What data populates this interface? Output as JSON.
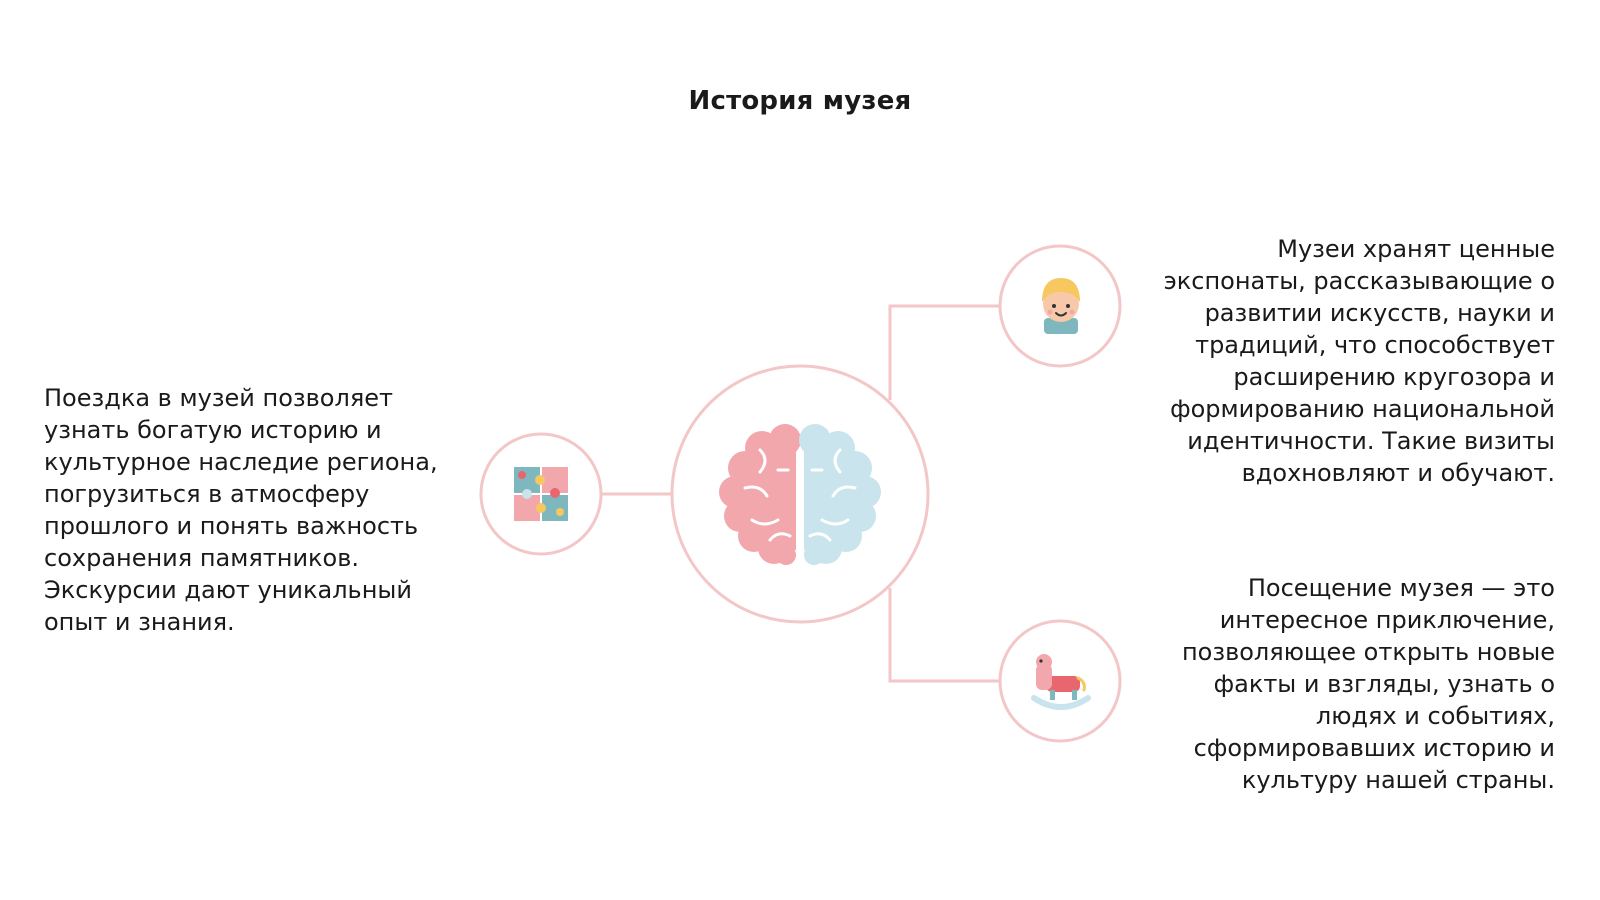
{
  "title": "История музея",
  "left_text": "Поездка в музей позволяет узнать богатую историю и культурное наследие региона, погрузиться в атмосферу прошлого и понять важность сохранения памятников. Экскурсии дают уникальный опыт и знания.",
  "right_top_text": "Музеи хранят ценные экспонаты, рассказывающие о развитии искусств, науки и традиций, что способствует расширению кругозора и формированию национальной идентичности. Такие визиты вдохновляют и обучают.",
  "right_bottom_text": "Посещение музея — это интересное приключение, позволяющее открыть новые факты и взгляды, узнать о людях и событиях, сформировавших историю и культуру нашей страны.",
  "colors": {
    "line": "#f3c6c8",
    "brain_left": "#f2a7ad",
    "brain_right": "#c9e4ec",
    "accent_teal": "#7fb7bf",
    "accent_yellow": "#f6c85f",
    "accent_red": "#e8666d"
  },
  "icons": {
    "center": "brain-icon",
    "left": "puzzle-icon",
    "right_top": "child-face-icon",
    "right_bottom": "rocking-horse-icon"
  }
}
